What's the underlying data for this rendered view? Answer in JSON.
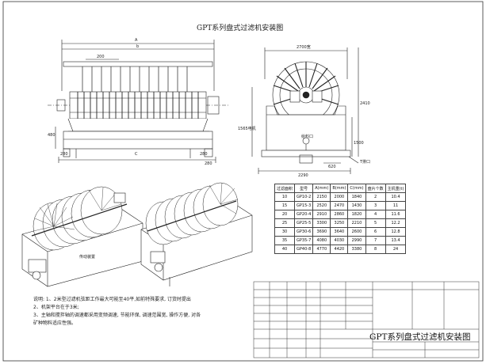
{
  "drawing": {
    "title": "GPT系列盘式过滤机安装图",
    "title_block_title": "GPT系列盘式过滤机安装图"
  },
  "front_view": {
    "dims": {
      "A": "A",
      "b": "b",
      "d200": "200",
      "d480": "480",
      "d280a": "280",
      "C": "C",
      "d280b": "280",
      "d280c": "280"
    }
  },
  "side_view": {
    "dims": {
      "width": "2700宽",
      "height": "2410",
      "d1500": "1500",
      "motor": "1565电机",
      "d620": "620",
      "total": "2290"
    },
    "labels": {
      "overflow": "T排口",
      "inlet": "给料口"
    }
  },
  "iso_views": {
    "label_left": "传动装置"
  },
  "spec_table": {
    "headers": [
      "过滤面积",
      "型号",
      "A(mm)",
      "B(mm)",
      "C(mm)",
      "盘片个数",
      "主机重(t)"
    ],
    "rows": [
      [
        "10",
        "GP10-2",
        "2150",
        "2000",
        "1840",
        "2",
        "10.4"
      ],
      [
        "15",
        "GP15-3",
        "2520",
        "2470",
        "1430",
        "3",
        "11"
      ],
      [
        "20",
        "GP20-4",
        "2910",
        "2860",
        "1820",
        "4",
        "11.6"
      ],
      [
        "25",
        "GP25-5",
        "3300",
        "3250",
        "2210",
        "5",
        "12.2"
      ],
      [
        "30",
        "GP30-6",
        "3690",
        "3640",
        "2600",
        "6",
        "12.8"
      ],
      [
        "35",
        "GP35-7",
        "4080",
        "4030",
        "2990",
        "7",
        "13.4"
      ],
      [
        "40",
        "GP40-8",
        "4770",
        "4420",
        "3380",
        "8",
        "24"
      ]
    ]
  },
  "notes": [
    "说明: 1、2米型过滤机弦距工作最大可能至40平,如前特殊要求, 订货时提出",
    "      2、机架平台在于3米;",
    "      3、主轴和搅拌轴的调速都采用变频调速, 节能环保, 调速范围宽, 操作方便, 对各",
    "         矿种物料适应性强。"
  ]
}
